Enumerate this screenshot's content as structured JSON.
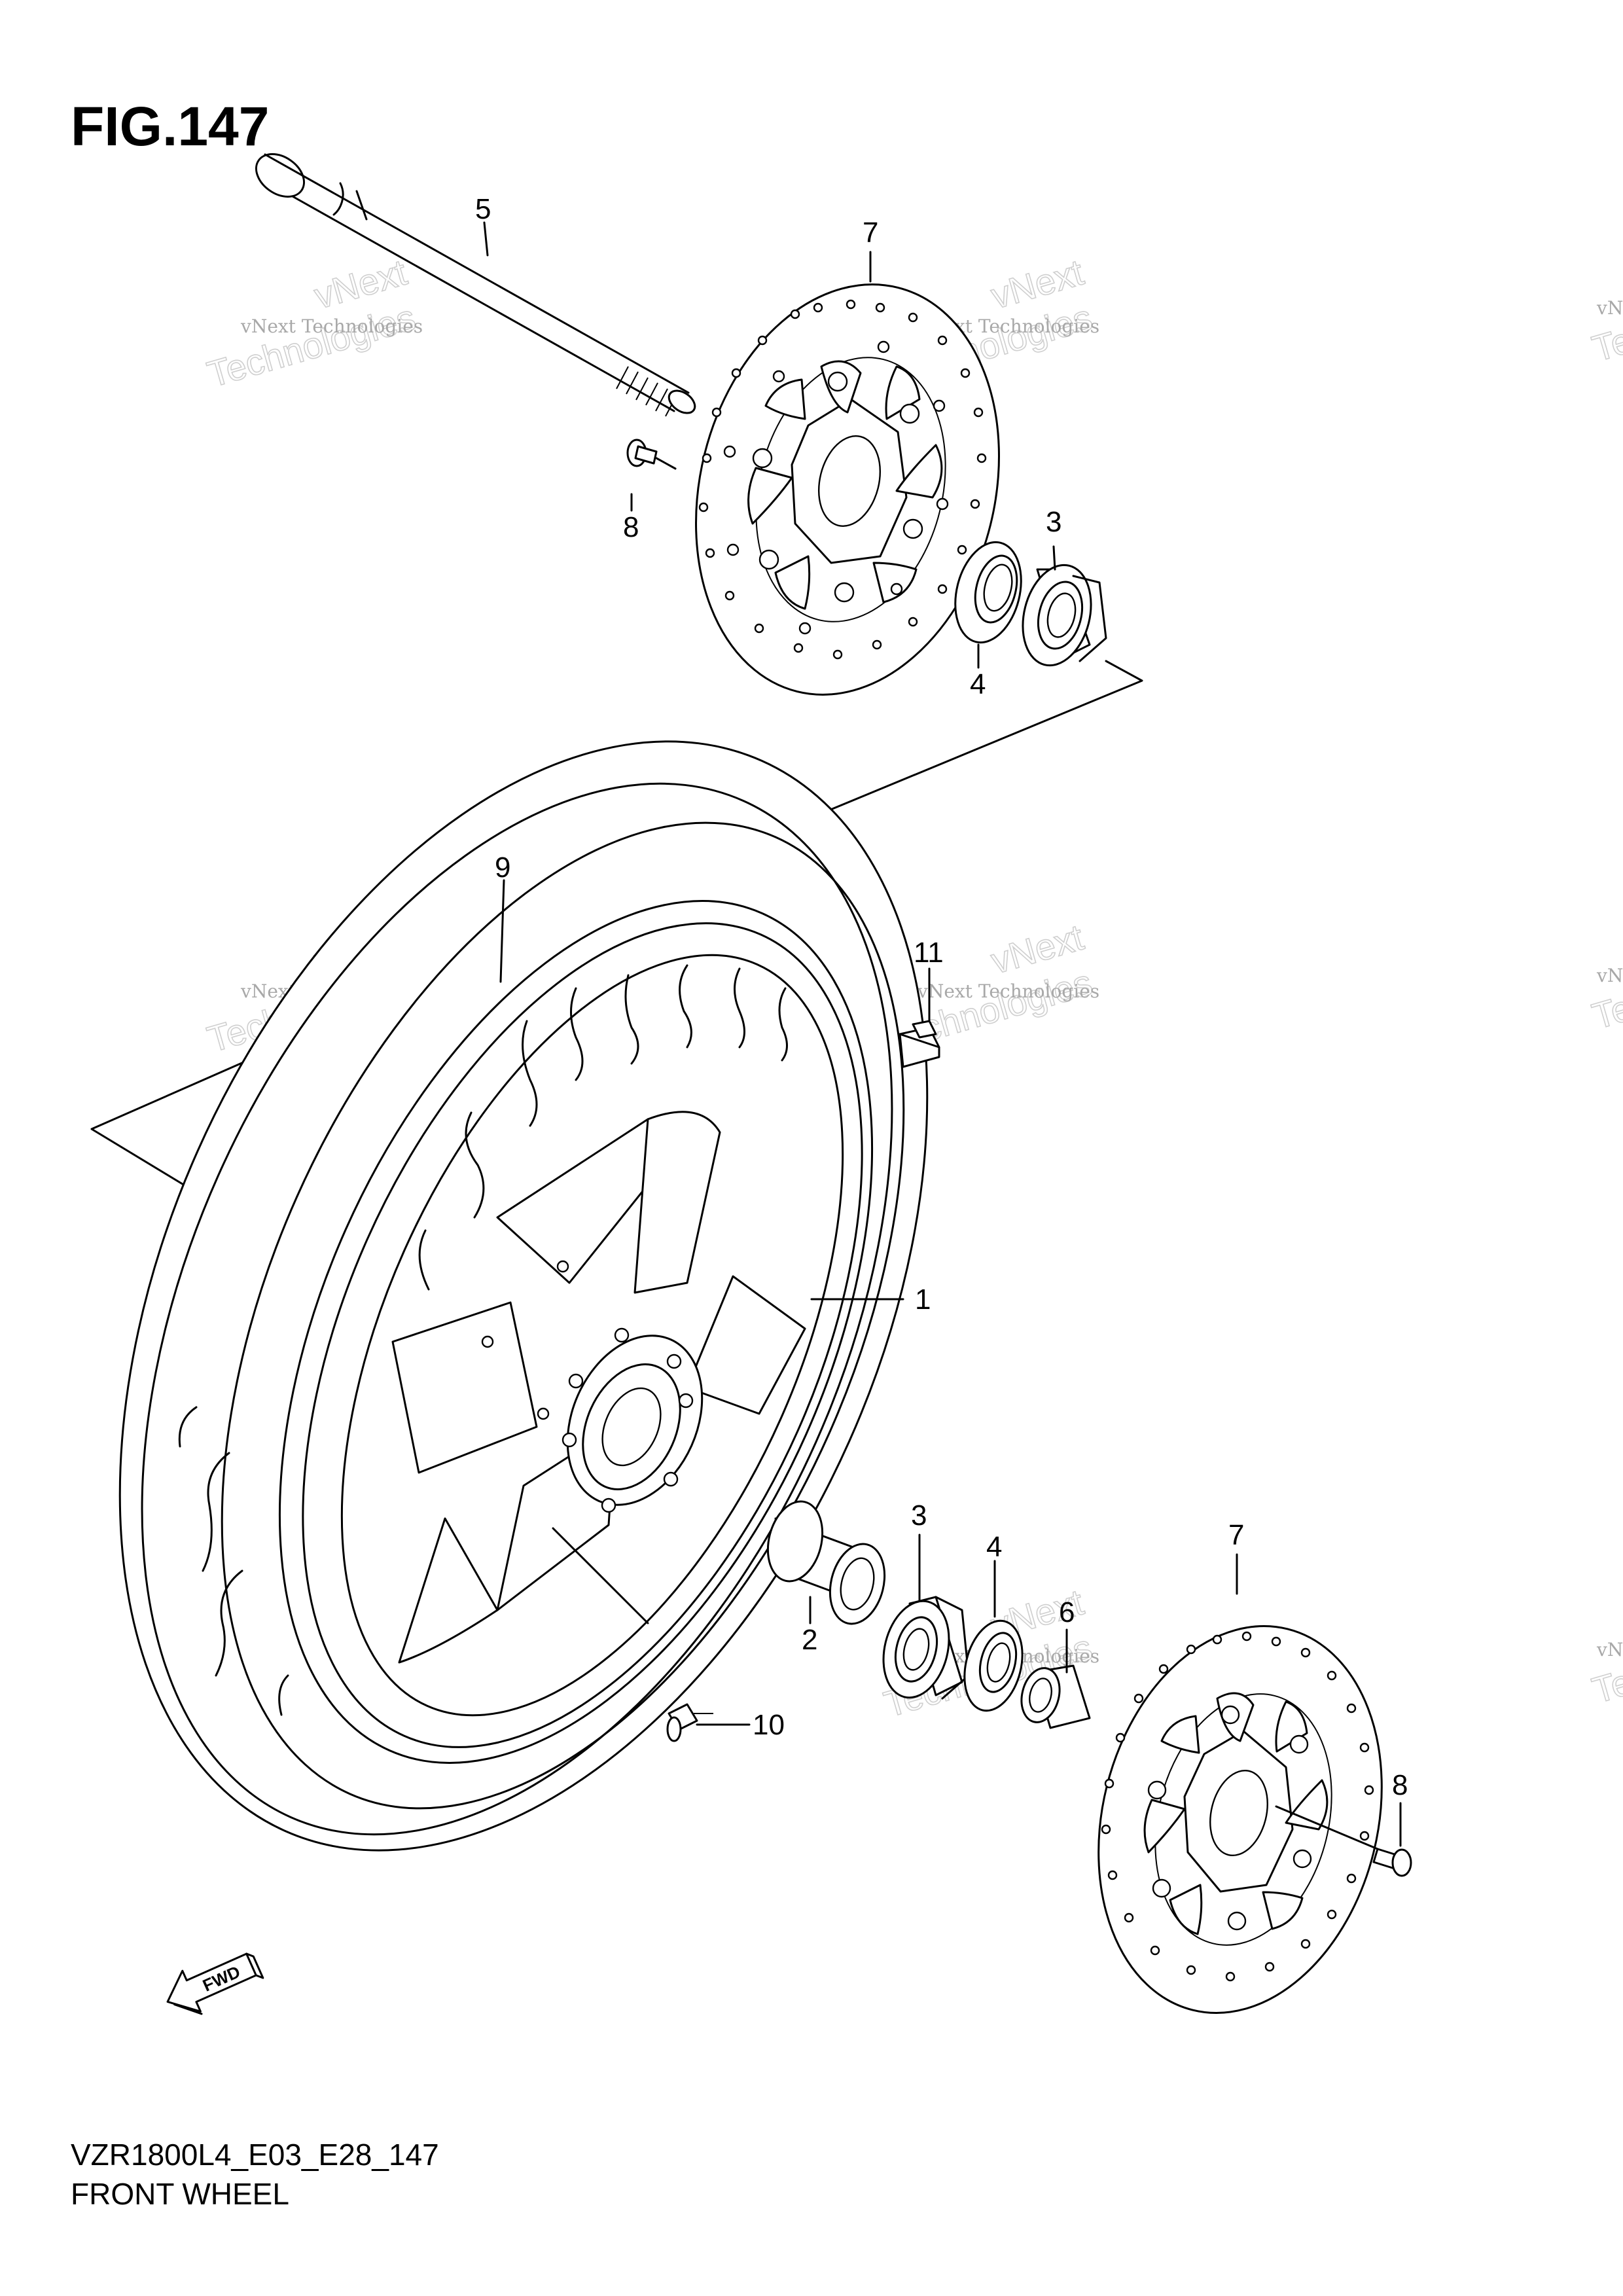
{
  "figure": {
    "title": "FIG.147",
    "model_code": "VZR1800L4_E03_E28_147",
    "caption": "FRONT WHEEL"
  },
  "callouts": [
    {
      "id": "c5",
      "label": "5"
    },
    {
      "id": "c7a",
      "label": "7"
    },
    {
      "id": "c8a",
      "label": "8"
    },
    {
      "id": "c3a",
      "label": "3"
    },
    {
      "id": "c4a",
      "label": "4"
    },
    {
      "id": "c9",
      "label": "9"
    },
    {
      "id": "c11",
      "label": "11"
    },
    {
      "id": "c1",
      "label": "1"
    },
    {
      "id": "c3b",
      "label": "3"
    },
    {
      "id": "c4b",
      "label": "4"
    },
    {
      "id": "c7b",
      "label": "7"
    },
    {
      "id": "c6",
      "label": "6"
    },
    {
      "id": "c2",
      "label": "2"
    },
    {
      "id": "c10",
      "label": "10"
    },
    {
      "id": "c8b",
      "label": "8"
    }
  ],
  "fwd_arrow": {
    "label": "FWD",
    "icon": "forward-arrow-icon"
  },
  "watermark": {
    "line1": "vNext Technologies",
    "line2": "vNext",
    "line3": "Technologies"
  }
}
